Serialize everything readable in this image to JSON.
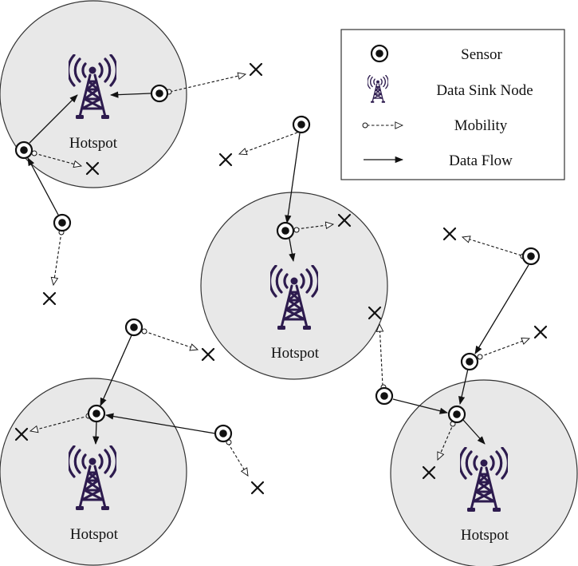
{
  "hotspots": [
    {
      "label": "Hotspot"
    },
    {
      "label": "Hotspot"
    },
    {
      "label": "Hotspot"
    },
    {
      "label": "Hotspot"
    }
  ],
  "legend": {
    "items": [
      {
        "icon": "sensor-icon",
        "label": "Sensor"
      },
      {
        "icon": "tower-icon",
        "label": "Data Sink Node"
      },
      {
        "icon": "dashed-arrow-icon",
        "label": "Mobility"
      },
      {
        "icon": "solid-arrow-icon",
        "label": "Data Flow"
      }
    ]
  },
  "colors": {
    "cell_fill": "#e8e8e8",
    "tower": "#2d1b4e",
    "ink": "#111111"
  }
}
